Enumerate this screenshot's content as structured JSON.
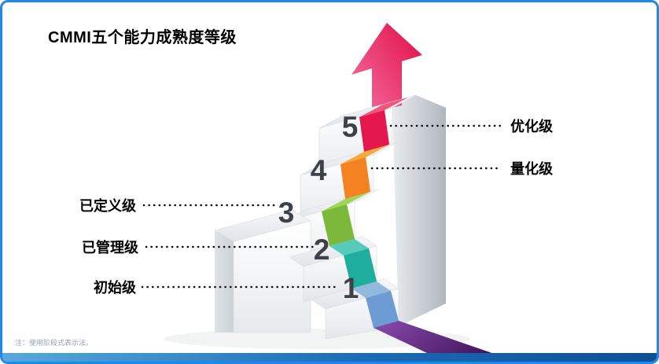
{
  "slide": {
    "title": "CMMI五个能力成熟度等级",
    "footnote": "注：使用阶段式表示法。"
  },
  "levels": [
    {
      "number": "1",
      "label": "初始级",
      "side": "left",
      "color": "#6d9bd3",
      "tread_color": "#93b8de"
    },
    {
      "number": "2",
      "label": "已管理级",
      "side": "left",
      "color": "#1fae9e",
      "tread_color": "#56cbba"
    },
    {
      "number": "3",
      "label": "已定义级",
      "side": "left",
      "color": "#7cb83a",
      "tread_color": "#a0d557"
    },
    {
      "number": "4",
      "label": "量化级",
      "side": "right",
      "color": "#f58220",
      "tread_color": "#f9a83c"
    },
    {
      "number": "5",
      "label": "优化级",
      "side": "right",
      "color": "#e5174f",
      "tread_color": "#f2557c"
    }
  ],
  "colors": {
    "arrow": "#e8134b",
    "flow": "#5b2d8e",
    "border": "#1e88e5",
    "number": "#3d4248",
    "dotted_line": "#111111",
    "bottom_bar_left": "#56a8de",
    "bottom_bar_right": "#0d4f97"
  }
}
